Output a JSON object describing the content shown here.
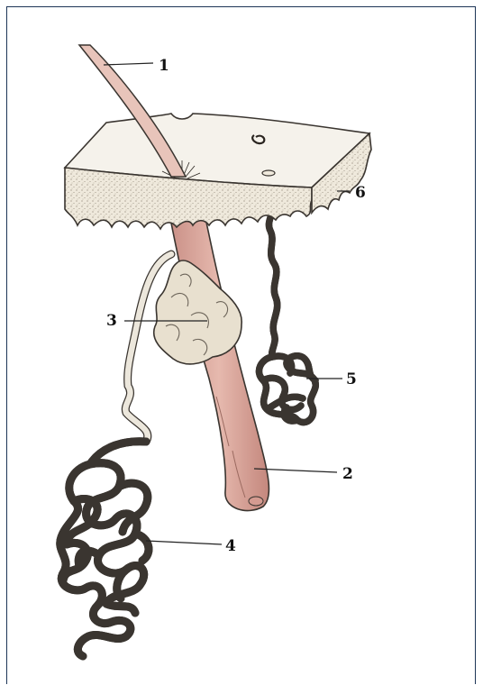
{
  "labels": {
    "l1": "1",
    "l2": "2",
    "l3": "3",
    "l4": "4",
    "l5": "5",
    "l6": "6"
  },
  "colors": {
    "frame": "#1d3557",
    "skin_top": "#f4f1ea",
    "skin_edge": "#e9e3d6",
    "hair_shaft": "#e3b8ad",
    "follicle": "#d9a59a",
    "gland": "#e9e2d2",
    "duct": "#ece7dc",
    "outline": "#3a3530"
  }
}
